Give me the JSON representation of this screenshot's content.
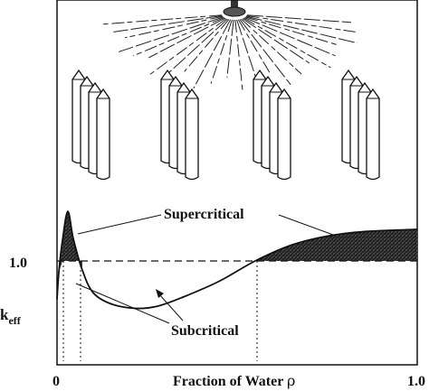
{
  "labels": {
    "supercritical": "Supercritical",
    "subcritical": "Subcritical",
    "y_ref": "1.0",
    "y_axis_main": "k",
    "y_axis_sub": "eff",
    "x_start": "0",
    "x_end": "1.0",
    "x_axis_main": "Fraction of Water ",
    "x_axis_symbol": "ρ"
  },
  "chart_data": {
    "type": "line",
    "xlabel": "Fraction of Water ρ",
    "ylabel": "k_eff",
    "xlim": [
      0,
      1.0
    ],
    "reference_line": {
      "y": 1.0,
      "label": "1.0",
      "style": "dashed"
    },
    "x_tick_labels": [
      "0",
      "1.0"
    ],
    "series": [
      {
        "points": [
          {
            "x": 0.0,
            "y": 0.83
          },
          {
            "x": 0.005,
            "y": 0.95
          },
          {
            "x": 0.015,
            "y": 1.09
          },
          {
            "x": 0.03,
            "y": 1.22
          },
          {
            "x": 0.045,
            "y": 1.1
          },
          {
            "x": 0.07,
            "y": 0.96
          },
          {
            "x": 0.1,
            "y": 0.86
          },
          {
            "x": 0.15,
            "y": 0.81
          },
          {
            "x": 0.22,
            "y": 0.79
          },
          {
            "x": 0.28,
            "y": 0.8
          },
          {
            "x": 0.35,
            "y": 0.84
          },
          {
            "x": 0.45,
            "y": 0.91
          },
          {
            "x": 0.55,
            "y": 1.0
          },
          {
            "x": 0.65,
            "y": 1.07
          },
          {
            "x": 0.75,
            "y": 1.11
          },
          {
            "x": 0.85,
            "y": 1.13
          },
          {
            "x": 1.0,
            "y": 1.14
          }
        ]
      }
    ],
    "annotations": [
      "Supercritical",
      "Subcritical"
    ]
  }
}
